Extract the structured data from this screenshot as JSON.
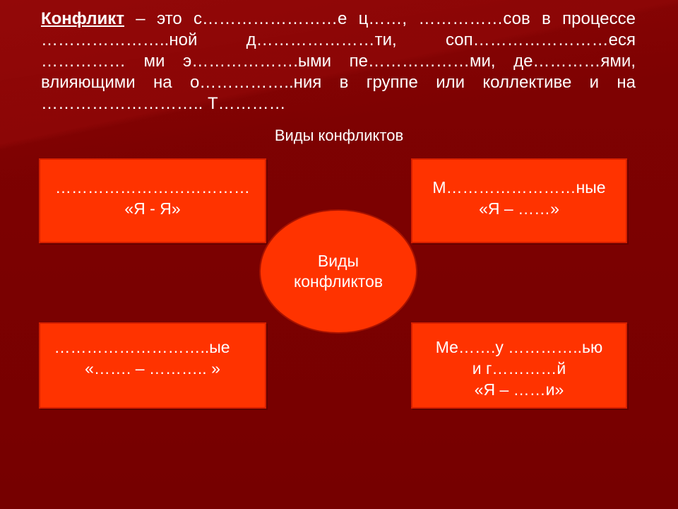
{
  "definition": {
    "term": "Конфликт",
    "text": " – это с……………………е ц……, ……………сов в процессе …………………..ной д…………………ти, соп……………………еся …………… ми э……………….ыми пе………………ми, де…………ями, влияющими на о……………..ния в группе или коллективе и на ……………………….. Т…………"
  },
  "section_title": "Виды конфликтов",
  "center": {
    "line1": "Виды",
    "line2": "конфликтов"
  },
  "boxes": {
    "top_left": {
      "line1": "………………………………",
      "line2": "«Я - Я»"
    },
    "top_right": {
      "line1": "М……………………ные",
      "line2": "«Я – ……»"
    },
    "bottom_left": {
      "line1": "………………………..ые",
      "line2": "«……. – ……….. »"
    },
    "bottom_right": {
      "line1": "Ме…….у …………..ью",
      "line2": "и г…………й",
      "line3": "«Я – ……и»"
    }
  },
  "colors": {
    "background": "#7a0000",
    "box_fill": "#ff3300",
    "text": "#ffffff"
  }
}
